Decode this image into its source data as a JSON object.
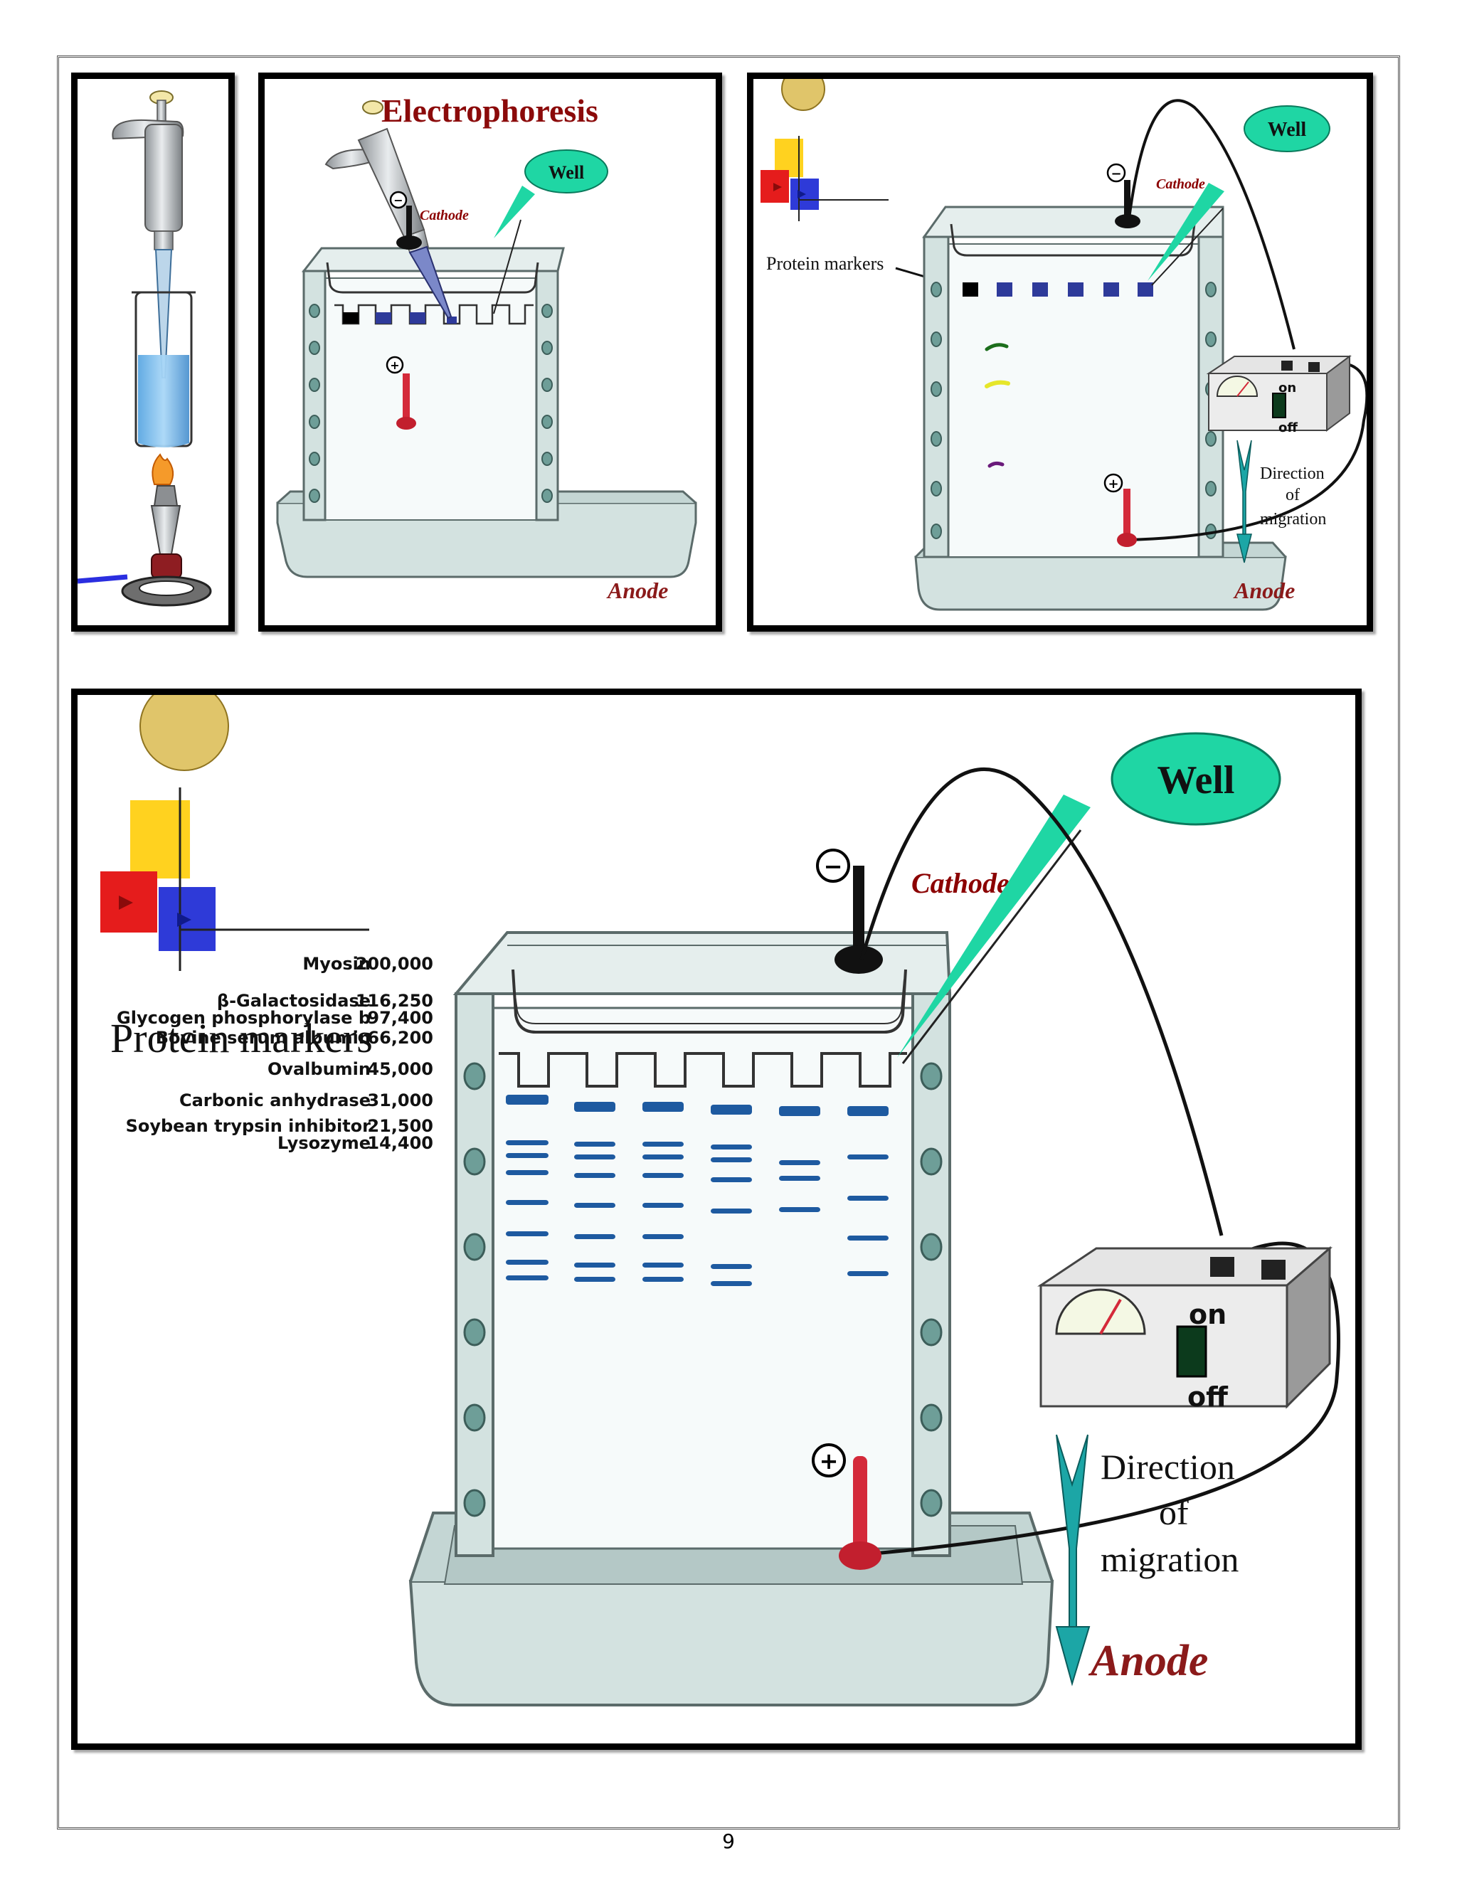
{
  "panel_top_middle": {
    "title": "Electrophoresis",
    "well_label": "Well",
    "cathode_label": "Cathode",
    "anode_label": "Anode",
    "minus_sign": "−",
    "plus_sign": "+"
  },
  "panel_top_right": {
    "well_label": "Well",
    "cathode_label": "Cathode",
    "anode_label": "Anode",
    "protein_markers_label": "Protein markers",
    "direction_label": [
      "Direction",
      "of",
      "migration"
    ],
    "switch_on": "on",
    "switch_off": "off",
    "minus_sign": "−",
    "plus_sign": "+"
  },
  "panel_bottom": {
    "well_label": "Well",
    "cathode_label": "Cathode",
    "anode_label": "Anode",
    "protein_markers_label": "Protein markers",
    "direction_label": [
      "Direction",
      "of",
      "migration"
    ],
    "switch_on": "on",
    "switch_off": "off",
    "minus_sign": "−",
    "plus_sign": "+",
    "markers": [
      {
        "name": "Myosin",
        "mw": "200,000"
      },
      {
        "name": "β-Galactosidase",
        "mw": "116,250"
      },
      {
        "name": "Glycogen phosphorylase b",
        "mw": "97,400"
      },
      {
        "name": "Bovine serum albumin",
        "mw": "66,200"
      },
      {
        "name": "Ovalbumin",
        "mw": "45,000"
      },
      {
        "name": "Carbonic anhydrase",
        "mw": "31,000"
      },
      {
        "name": "Soybean trypsin inhibitor",
        "mw": "21,500"
      },
      {
        "name": "Lysozyme",
        "mw": "14,400"
      }
    ]
  },
  "colors": {
    "tank": "#d3e2e0",
    "gel": "#f6fafa",
    "band": "#1e5aa0",
    "well_callout": "#1fd6a4",
    "cathode_text": "#8b0000",
    "anode_text": "#8b1a1a",
    "electrode_red": "#d42a3a"
  },
  "page_number": "9"
}
